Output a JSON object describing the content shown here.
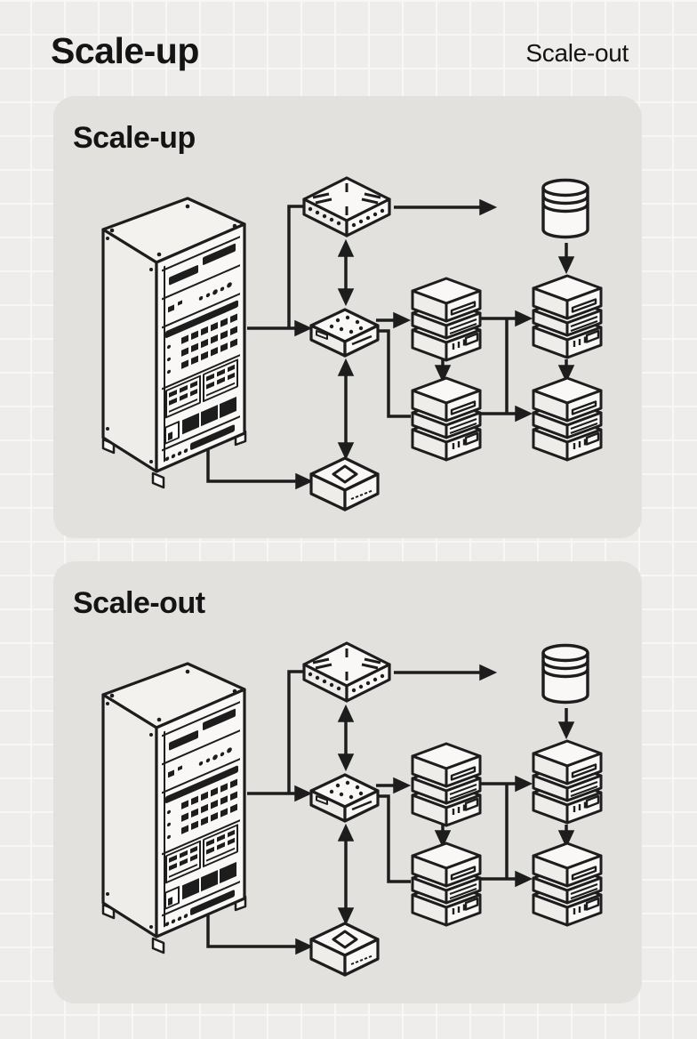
{
  "header": {
    "title": "Scale-up",
    "secondary_title": "Scale-out"
  },
  "panels": [
    {
      "id": "scale-up",
      "title": "Scale-up",
      "nodes": [
        "server-rack",
        "router",
        "switch",
        "server-stack-upper",
        "server-stack-lower",
        "server-stack-right-upper",
        "server-stack-right-lower",
        "database",
        "storage-unit"
      ]
    },
    {
      "id": "scale-out",
      "title": "Scale-out",
      "nodes": [
        "server-rack",
        "router",
        "switch",
        "server-stack-upper",
        "server-stack-lower",
        "server-stack-right-upper",
        "server-stack-right-lower",
        "database",
        "storage-unit"
      ]
    }
  ],
  "icons": [
    "server-rack-icon",
    "router-icon",
    "switch-icon",
    "server-stack-icon",
    "database-icon",
    "storage-box-icon",
    "arrow-connector"
  ],
  "colors": {
    "ink": "#1d1d1d",
    "panel": "#e2e1de",
    "background": "#eeedeb",
    "grid_line": "#f8f7f5",
    "face": "#f9f8f6",
    "face_top": "#f3f2ef",
    "face_side": "#efede9"
  }
}
